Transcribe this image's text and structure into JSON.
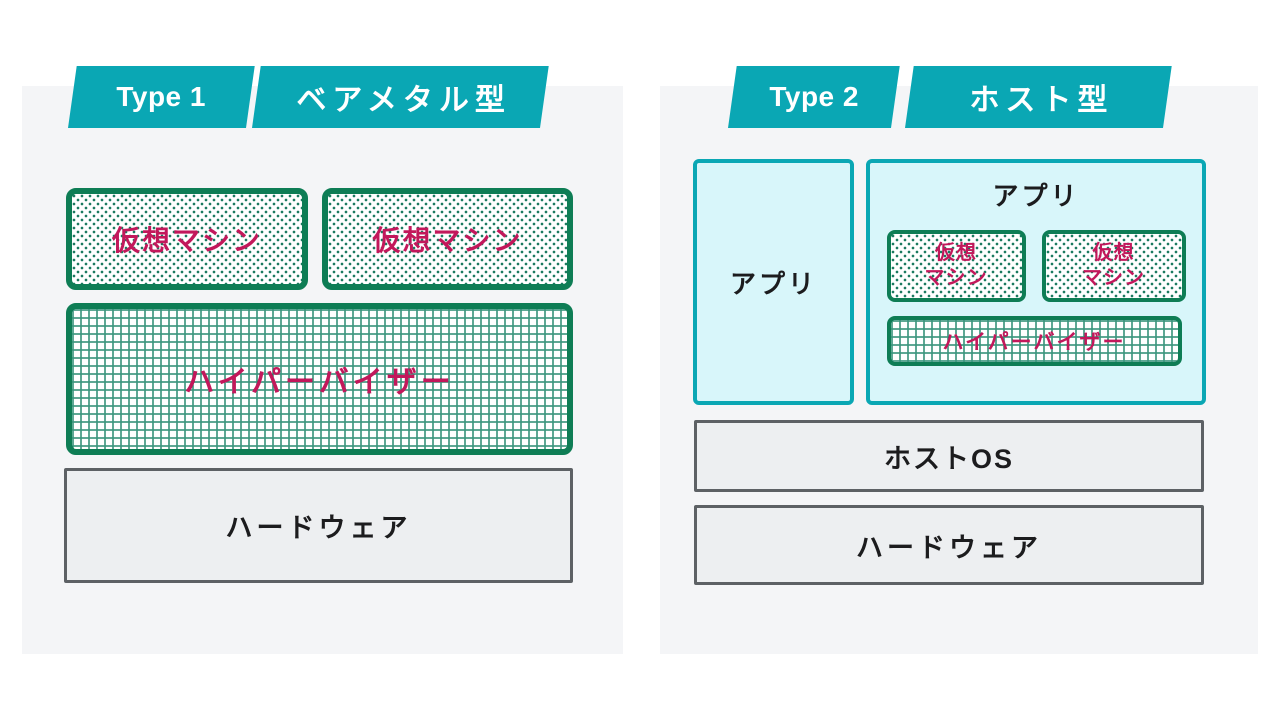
{
  "diagram": {
    "type1": {
      "tag": "Type 1",
      "title": "ベアメタル型",
      "vm_label": "仮想マシン",
      "hypervisor_label": "ハイパーバイザー",
      "hardware_label": "ハードウェア"
    },
    "type2": {
      "tag": "Type 2",
      "title": "ホスト型",
      "app_left_label": "アプリ",
      "app_top_label": "アプリ",
      "vm_line1": "仮想",
      "vm_line2": "マシン",
      "hypervisor_label": "ハイパーバイザー",
      "host_os_label": "ホストOS",
      "hardware_label": "ハードウェア"
    },
    "colors": {
      "banner_teal": "#0aa7b4",
      "cyan_fill": "#d8f6fa",
      "green_border": "#0e7d55",
      "pattern_teal": "#1c7a60",
      "pink_text": "#c2185b",
      "gray_border": "#5d6165",
      "gray_fill": "#edeff1",
      "panel_bg": "#f4f5f7",
      "page_bg": "#ffffff"
    }
  }
}
